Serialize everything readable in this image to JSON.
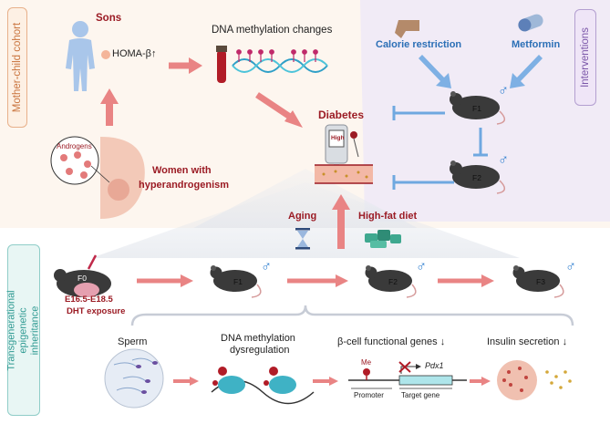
{
  "panels": {
    "cohort": "Mother-child cohort",
    "interventions": "Interventions",
    "inheritance": "Transgenerational epigenetic inheritance"
  },
  "cohort": {
    "sons": "Sons",
    "homa": "HOMA-β",
    "homa_arrow": "↑",
    "dna_changes": "DNA methylation changes",
    "androgens": "Androgens",
    "women": "Women with",
    "women2": "hyperandrogenism",
    "diabetes": "Diabetes",
    "meter": "High"
  },
  "interventions": {
    "calorie": "Calorie restriction",
    "metformin": "Metformin",
    "f1": "F1",
    "f2": "F2",
    "male": "♂"
  },
  "risk": {
    "aging": "Aging",
    "hfd": "High-fat diet"
  },
  "lineage": {
    "f0": "F0",
    "exposure1": "E16.5-E18.5",
    "exposure2": "DHT exposure",
    "f1": "F1",
    "f2": "F2",
    "f3": "F3",
    "male": "♂"
  },
  "mechanism": {
    "sperm": "Sperm",
    "methylation1": "DNA methylation",
    "methylation2": "dysregulation",
    "genes": "β-cell functional genes",
    "genes_arrow": "↓",
    "insulin": "Insulin secretion",
    "insulin_arrow": "↓",
    "me": "Me",
    "pdx1": "Pdx1",
    "promoter": "Promoter",
    "target": "Target gene"
  },
  "colors": {
    "cohort_bg": "#fdf6ef",
    "intervention_bg": "#f3eef8",
    "arrow_red": "#e98484",
    "arrow_blue": "#6fa8e0",
    "dark_red": "#9b1b24"
  }
}
